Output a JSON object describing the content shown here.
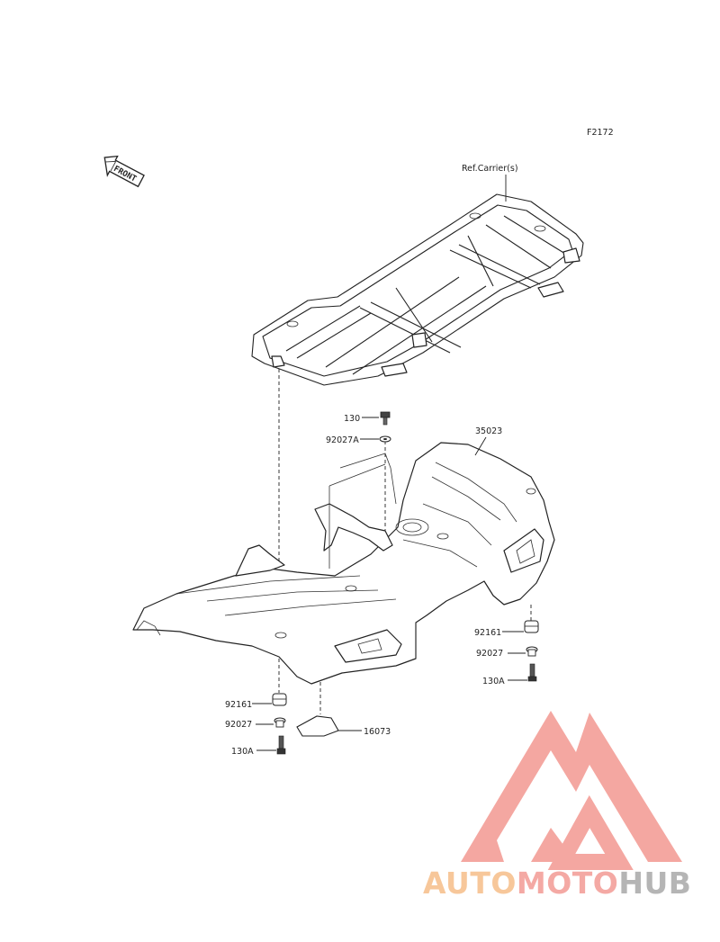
{
  "figure_code": "F2172",
  "front_marker": "FRONT",
  "reference_label": "Ref.Carrier(s)",
  "callouts": {
    "bolt_130": "130",
    "washer_92027A": "92027A",
    "cover_35023": "35023",
    "damper_right": "92161",
    "collar_right": "92027",
    "bolt_right": "130A",
    "damper_left": "92161",
    "collar_left": "92027",
    "bolt_left": "130A",
    "plate_16073": "16073"
  },
  "watermark": {
    "part1": "AUTO",
    "part2": "MOTO",
    "part3": "HUB",
    "colors": {
      "auto": "#f7c79a",
      "moto": "#f4a9a4",
      "hub": "#b5b5b5",
      "logo": "#f4a39c"
    }
  }
}
